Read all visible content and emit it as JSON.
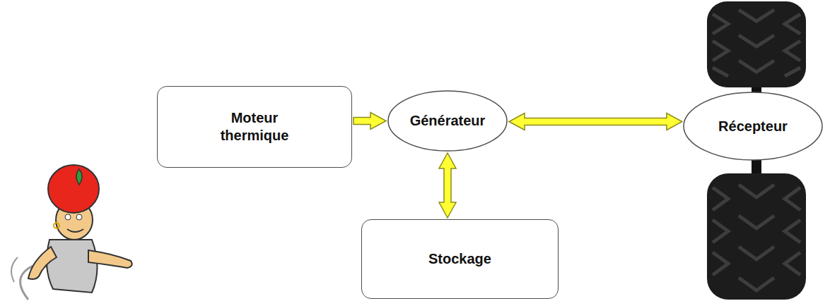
{
  "diagram": {
    "nodes": [
      {
        "text": [
          "Moteur thermique"
        ]
      },
      {
        "text": [
          "Générateur"
        ]
      },
      {
        "text": [
          "Récepteur"
        ]
      },
      {
        "text": [
          "Stockage"
        ]
      }
    ],
    "edges": [
      {
        "from": 0,
        "to": 1,
        "arrow": "to"
      },
      {
        "from": 1,
        "to": 2,
        "arrow": "both"
      },
      {
        "from": 1,
        "to": 3,
        "arrow": "both"
      }
    ]
  }
}
